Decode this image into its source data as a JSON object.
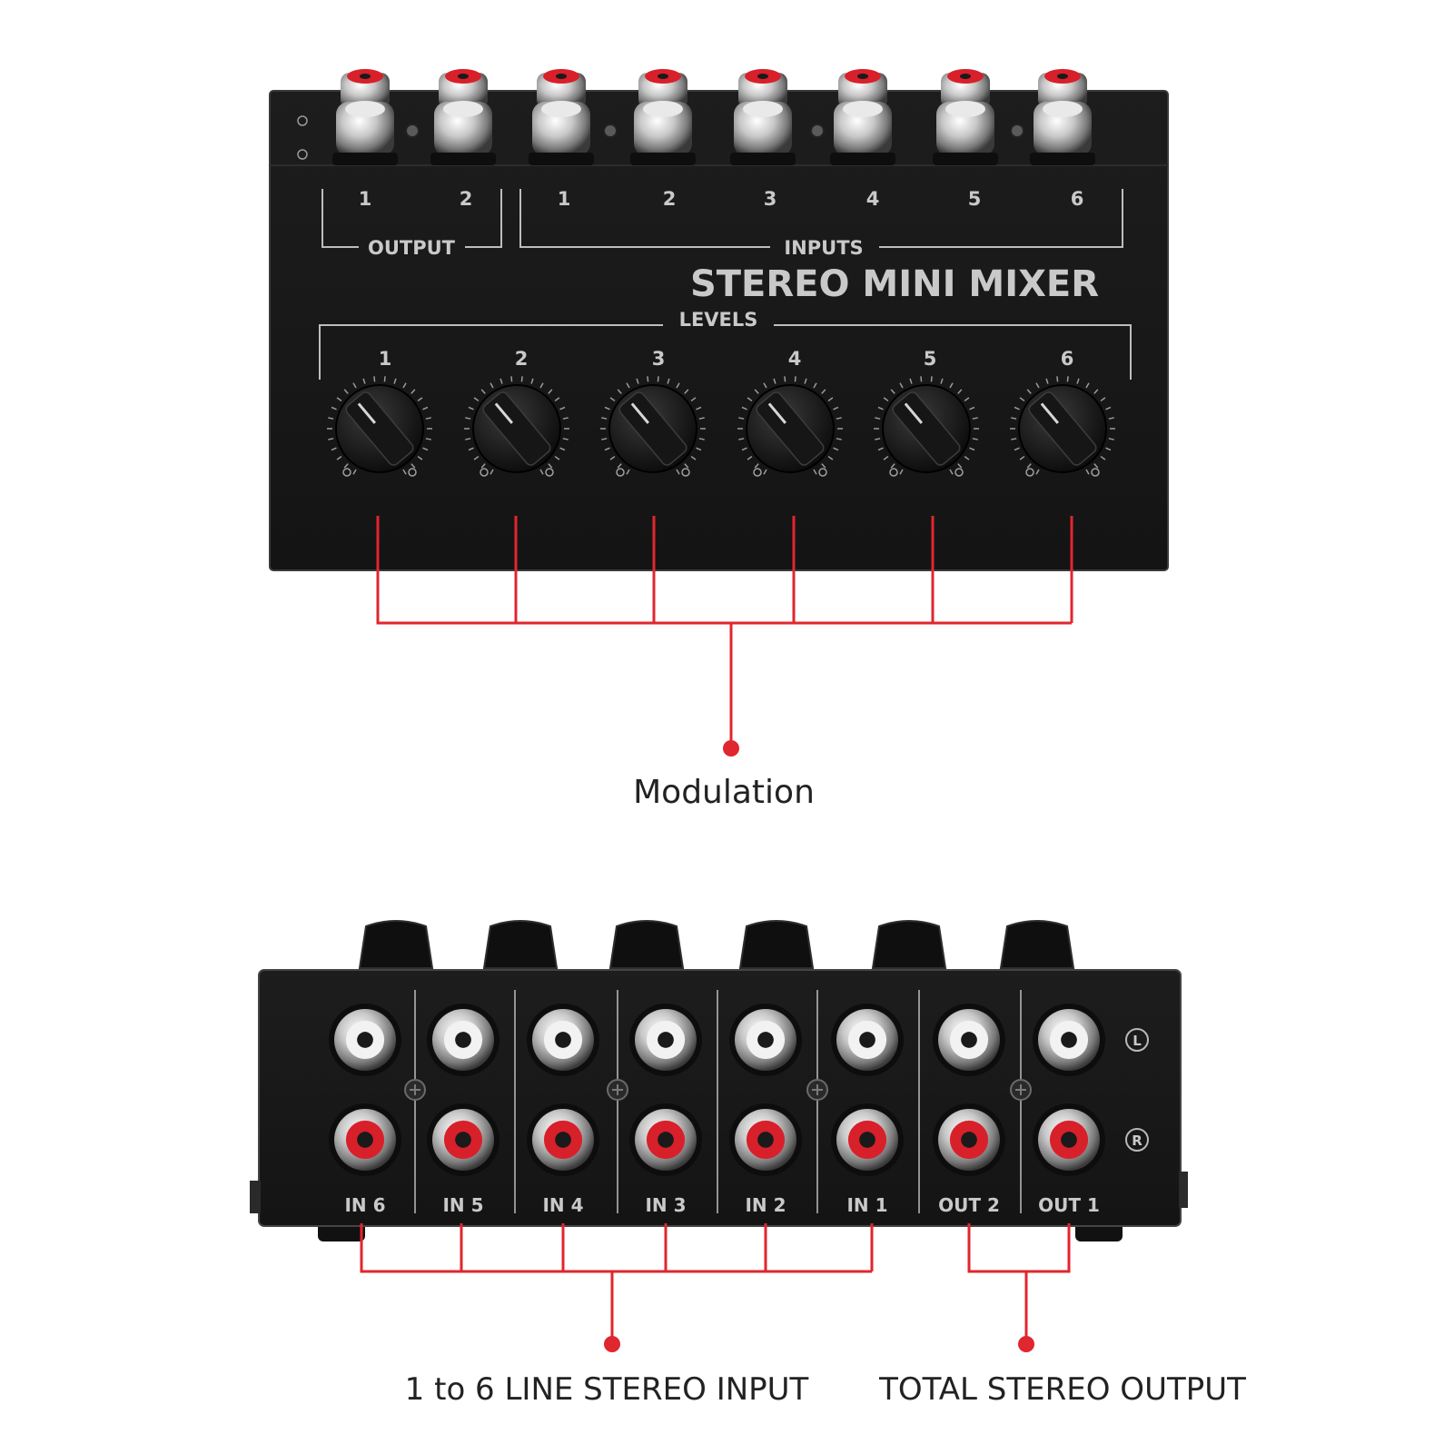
{
  "top_view": {
    "output_numbers": [
      "1",
      "2"
    ],
    "output_label": "OUTPUT",
    "input_numbers": [
      "1",
      "2",
      "3",
      "4",
      "5",
      "6"
    ],
    "inputs_label": "INPUTS",
    "title": "STEREO MINI MIXER",
    "levels_label": "LEVELS",
    "knob_numbers": [
      "1",
      "2",
      "3",
      "4",
      "5",
      "6"
    ]
  },
  "back_view": {
    "jack_labels": [
      "IN 6",
      "IN 5",
      "IN 4",
      "IN 3",
      "IN 2",
      "IN 1",
      "OUT 2",
      "OUT 1"
    ],
    "left_marker": "L",
    "right_marker": "R"
  },
  "callouts": {
    "modulation": "Modulation",
    "line_input": "1 to 6 LINE STEREO INPUT",
    "total_output": "TOTAL STEREO OUTPUT"
  },
  "colors": {
    "accent_red": "#e0262e",
    "chassis": "#1c1c1c",
    "silkscreen": "#c9c9c9"
  }
}
